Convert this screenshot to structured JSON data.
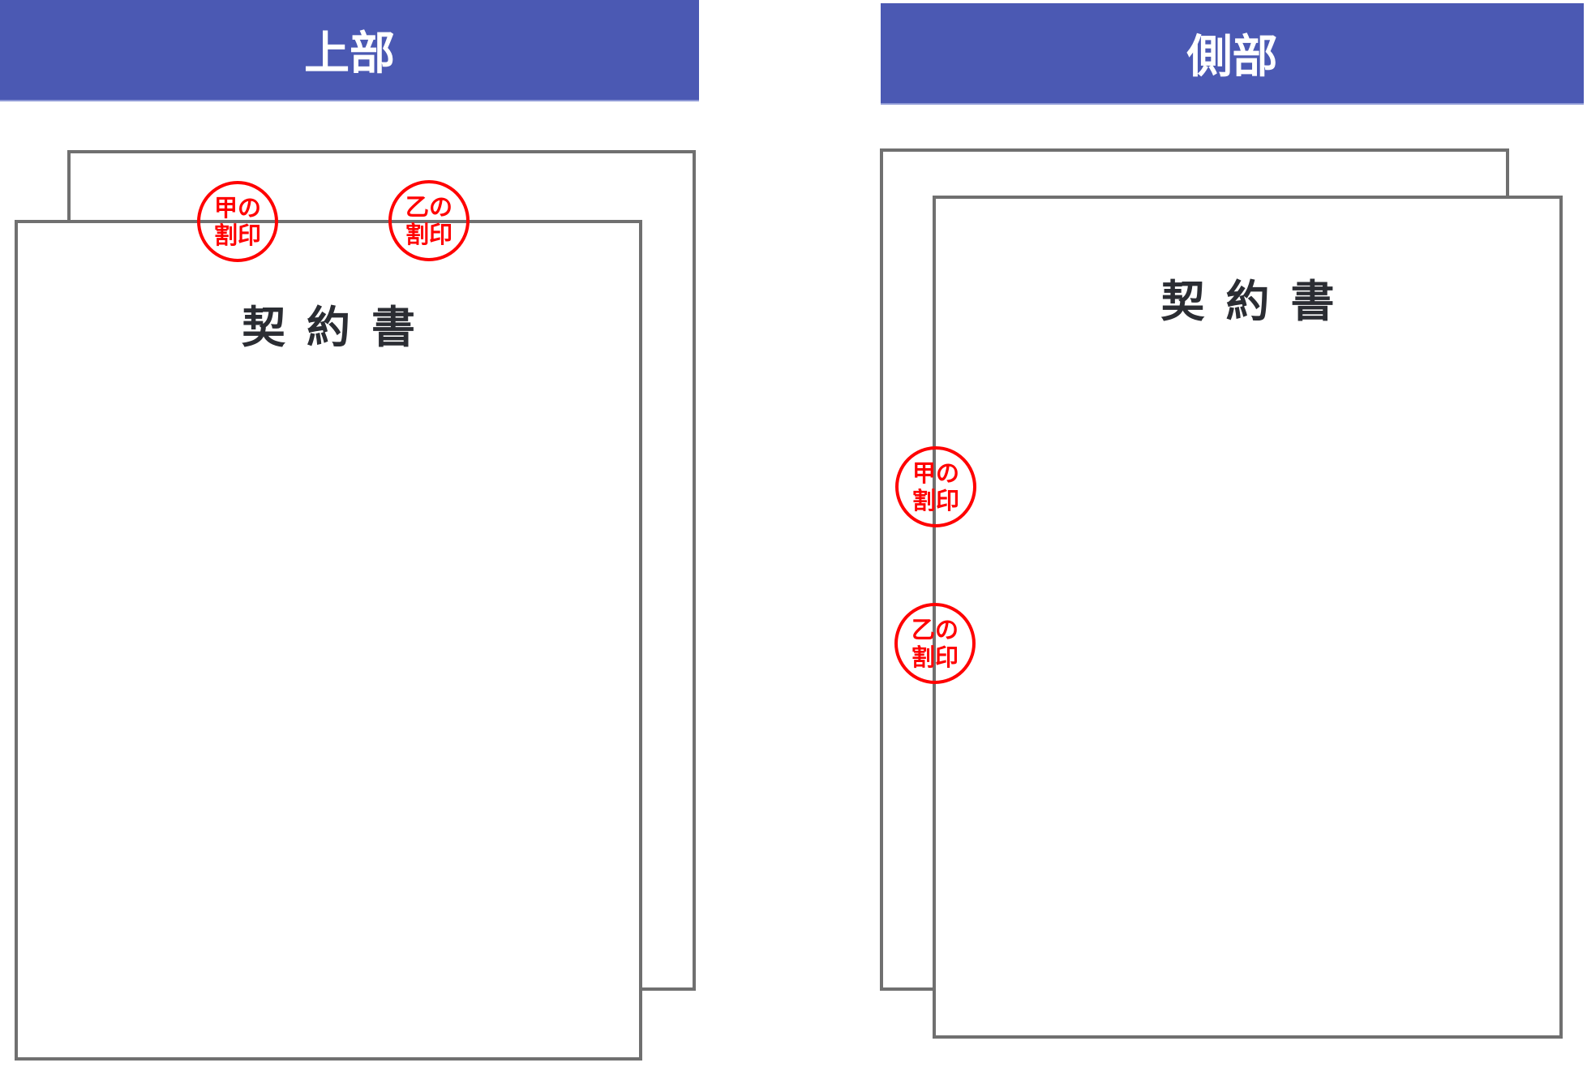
{
  "panels": {
    "top": {
      "header": "上部",
      "document_title": "契約書",
      "stamps": [
        {
          "line1": "甲の",
          "line2": "割印"
        },
        {
          "line1": "乙の",
          "line2": "割印"
        }
      ]
    },
    "side": {
      "header": "側部",
      "document_title": "契約書",
      "stamps": [
        {
          "line1": "甲の",
          "line2": "割印"
        },
        {
          "line1": "乙の",
          "line2": "割印"
        }
      ]
    }
  },
  "colors": {
    "header_bg": "#4b59b3",
    "header_text": "#ffffff",
    "doc_border": "#707070",
    "doc_title": "#2b2d33",
    "stamp": "#ff0000"
  }
}
